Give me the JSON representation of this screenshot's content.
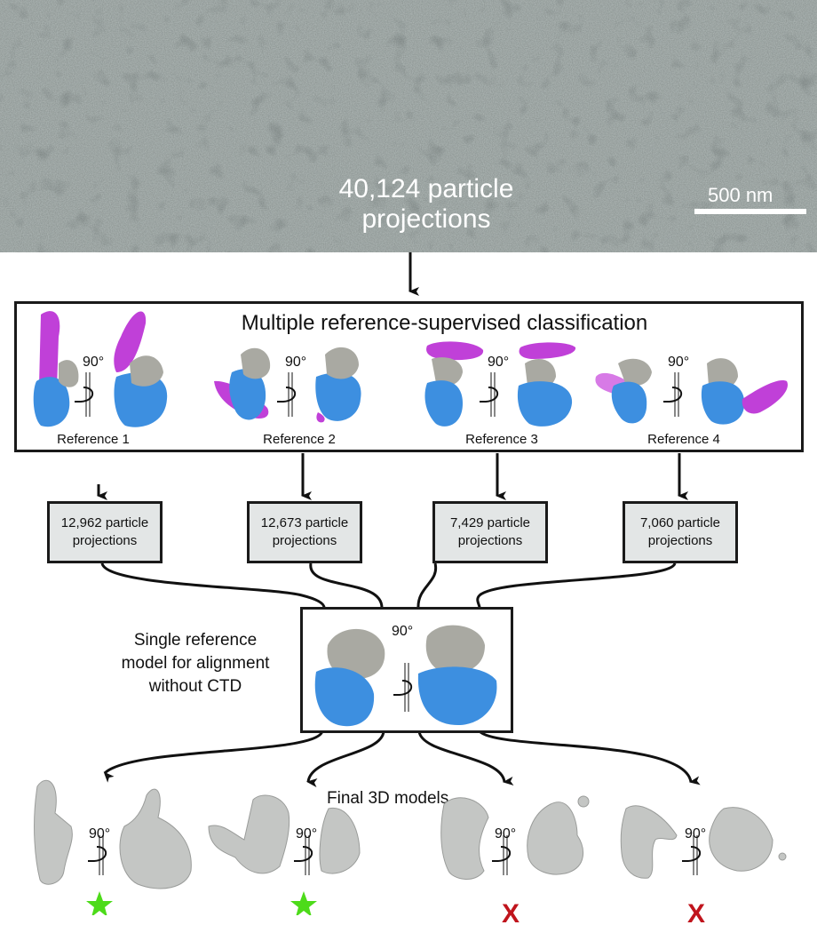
{
  "micrograph": {
    "label_line1": "40,124 particle",
    "label_line2": "projections",
    "scale_bar": "500 nm"
  },
  "classification": {
    "title": "Multiple reference-supervised classification",
    "rotation": "90°",
    "references": [
      {
        "label": "Reference 1"
      },
      {
        "label": "Reference 2"
      },
      {
        "label": "Reference 3"
      },
      {
        "label": "Reference 4"
      }
    ]
  },
  "counts": [
    {
      "line1": "12,962 particle",
      "line2": "projections"
    },
    {
      "line1": "12,673 particle",
      "line2": "projections"
    },
    {
      "line1": "7,429 particle",
      "line2": "projections"
    },
    {
      "line1": "7,060 particle",
      "line2": "projections"
    }
  ],
  "single_reference": {
    "line1": "Single reference",
    "line2": "model for alignment",
    "line3": "without CTD",
    "rotation": "90°"
  },
  "final_models": {
    "title": "Final 3D models",
    "rotation": "90°",
    "results": [
      {
        "mark": "star",
        "color": "#4ddb1a"
      },
      {
        "mark": "star",
        "color": "#4ddb1a"
      },
      {
        "mark": "X",
        "color": "#c0141c"
      },
      {
        "mark": "X",
        "color": "#c0141c"
      }
    ]
  },
  "colors": {
    "ctd_magenta": "#c040d8",
    "core_blue": "#3d8fe0",
    "cap_gray": "#a9a9a2",
    "final_gray": "#c4c6c4",
    "box_fill": "#e3e6e6",
    "star_green": "#4ddb1a",
    "x_red": "#c0141c"
  }
}
